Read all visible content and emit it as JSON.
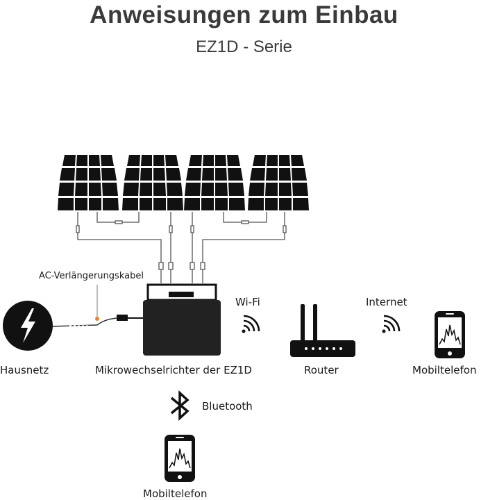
{
  "header": {
    "title": "Anweisungen zum Einbau",
    "subtitle": "EZ1D - Serie"
  },
  "labels": {
    "ac_cable": "AC-Verlängerungskabel",
    "grid": "Hausnetz",
    "inverter": "Mikrowechselrichter der EZ1D",
    "wifi": "Wi-Fi",
    "router": "Router",
    "internet": "Internet",
    "phone_right": "Mobiltelefon",
    "bluetooth": "Bluetooth",
    "phone_bottom": "Mobiltelefon"
  },
  "icons": {
    "panels": [
      "solar-panel-icon",
      "solar-panel-icon",
      "solar-panel-icon",
      "solar-panel-icon"
    ],
    "grid": "lightning-bolt-icon",
    "inverter": "micro-inverter-icon",
    "wifi": "wifi-signal-icon",
    "router": "router-icon",
    "internet": "wifi-signal-icon",
    "phone": "smartphone-icon",
    "bluetooth": "bluetooth-icon"
  },
  "colors": {
    "ink": "#111111",
    "title": "#3a3a3a",
    "wire": "#444444",
    "connector_dot": "#e8833a"
  }
}
